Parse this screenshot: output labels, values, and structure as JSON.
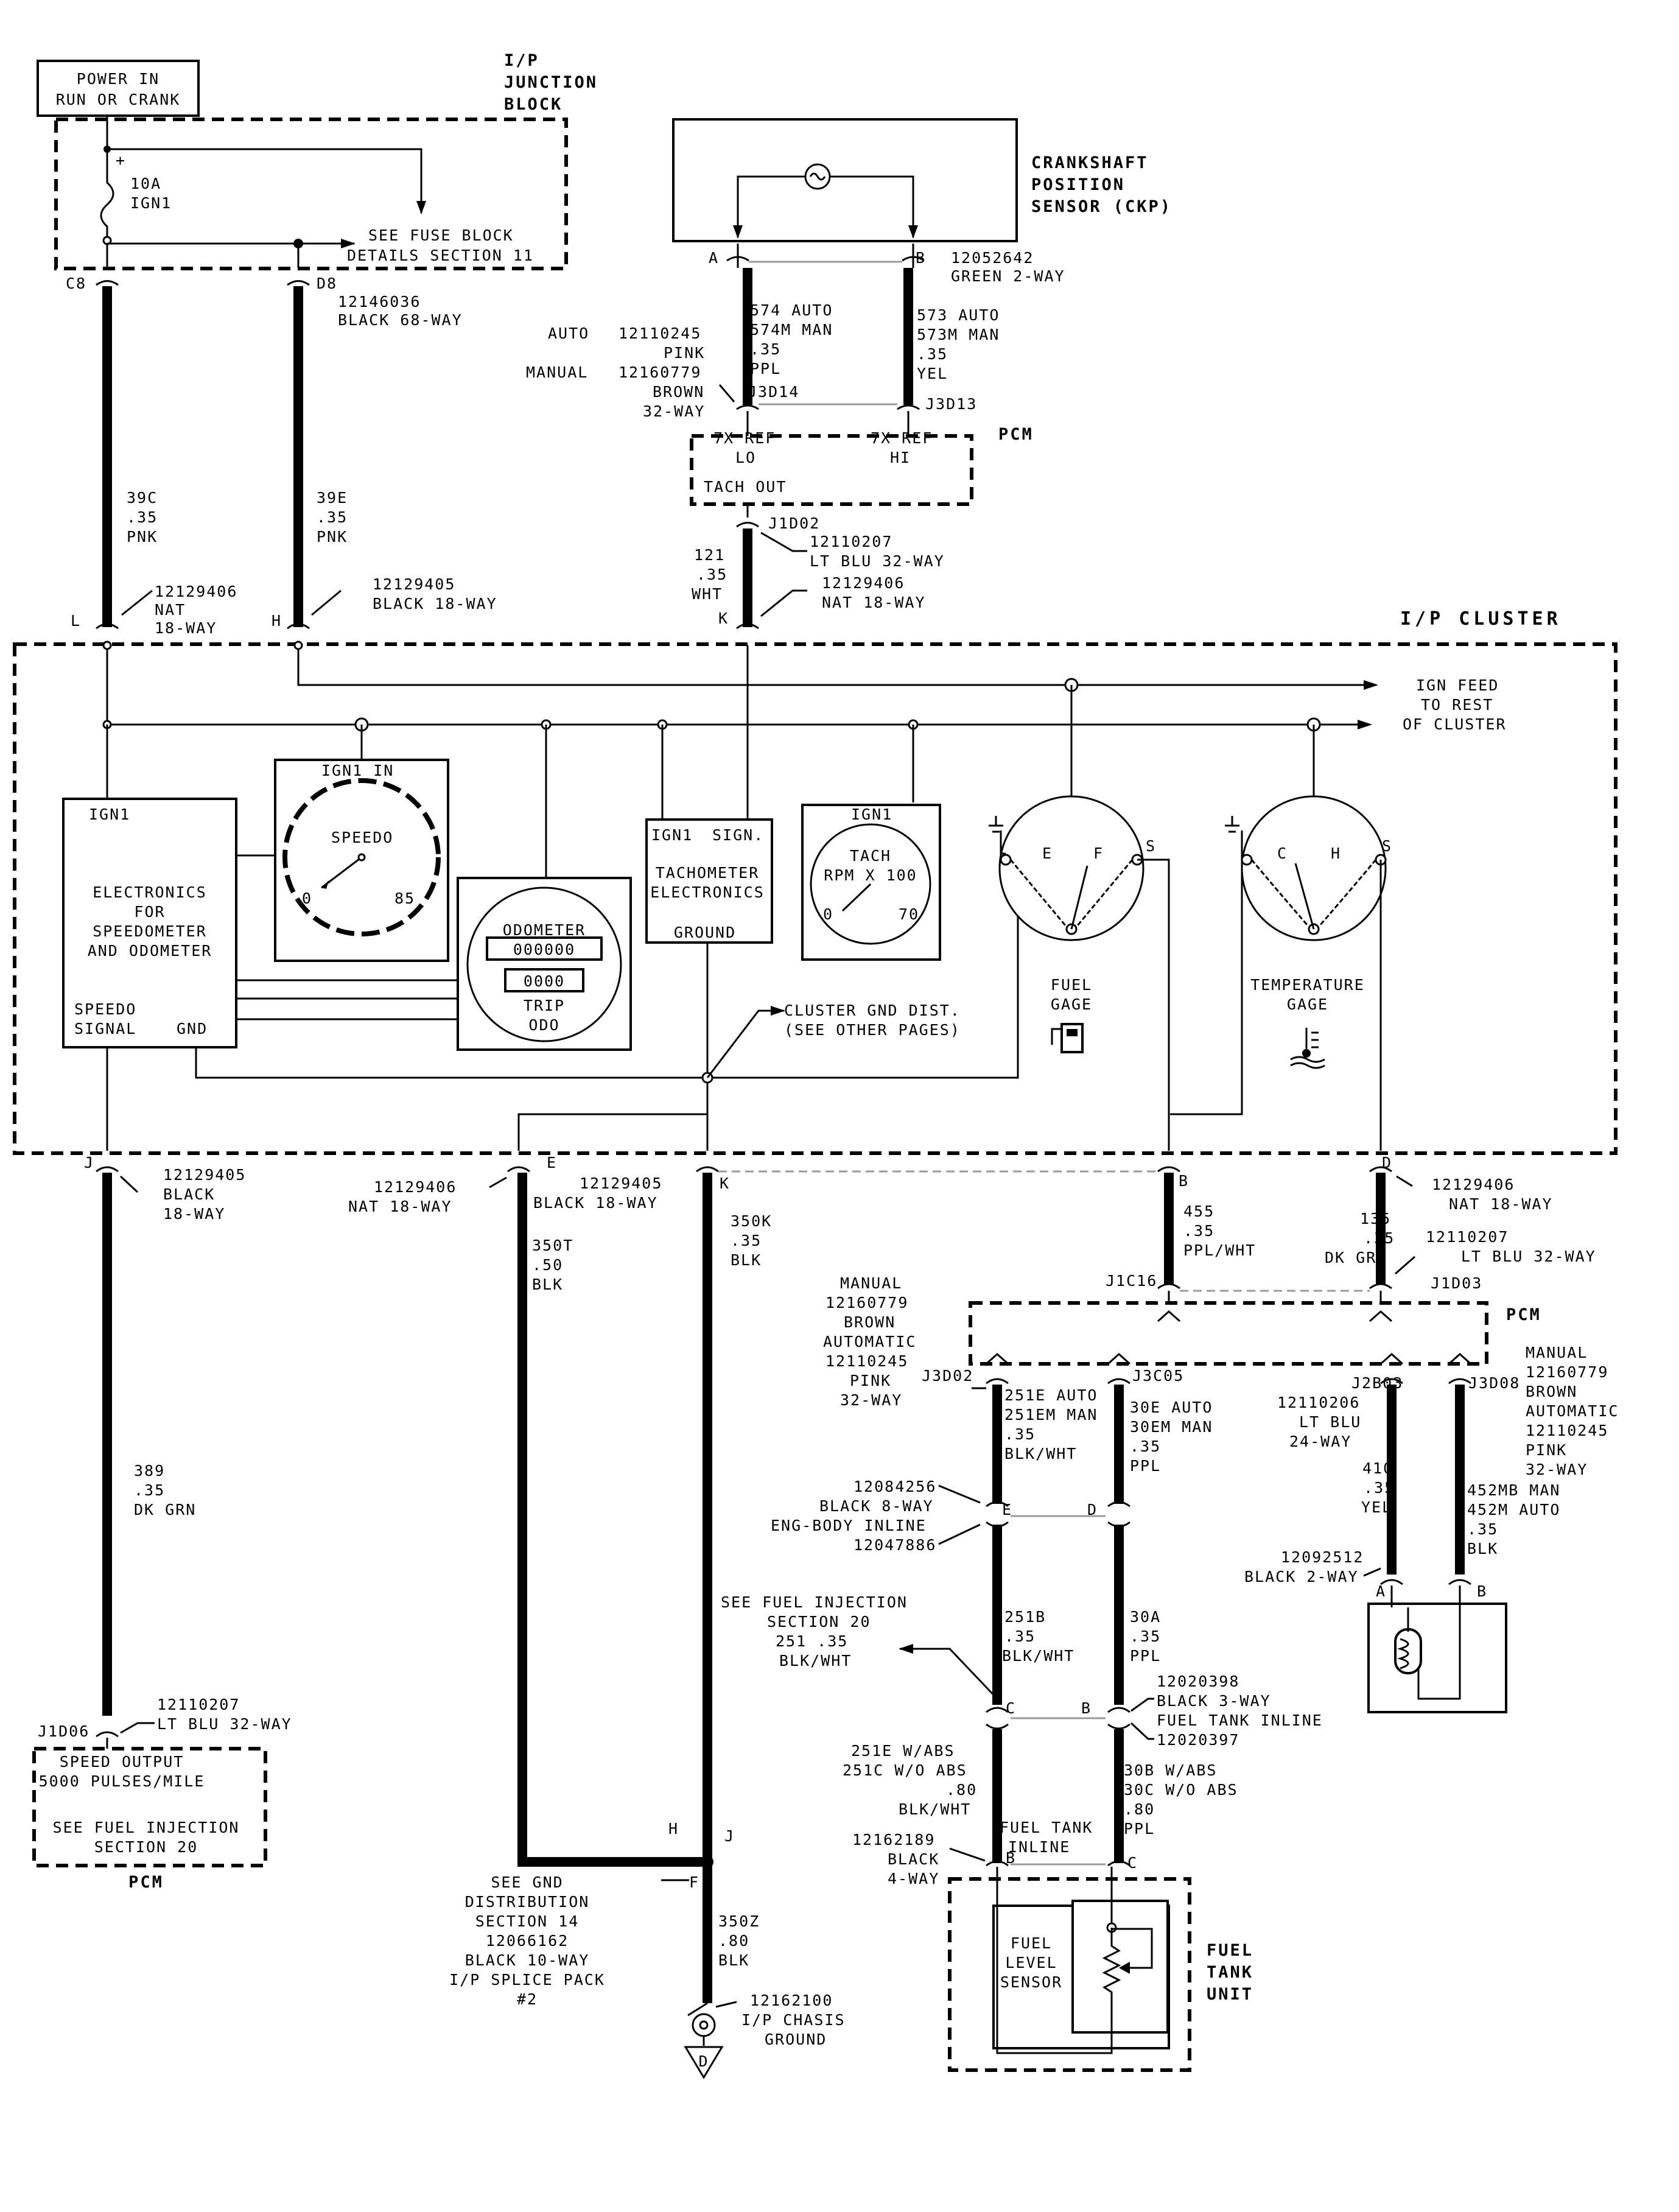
{
  "power": {
    "line1": "POWER IN",
    "line2": "RUN OR CRANK"
  },
  "junction_block": {
    "line1": "I/P",
    "line2": "JUNCTION",
    "line3": "BLOCK",
    "fuse_amp": "10A",
    "fuse_name": "IGN1",
    "see1": "SEE FUSE BLOCK",
    "see2": "DETAILS SECTION 11"
  },
  "jb_conn": {
    "c8": "C8",
    "d8": "D8",
    "part": "12146036",
    "desc": "BLACK 68-WAY"
  },
  "wire_39c": {
    "a": "39C",
    "b": ".35",
    "c": "PNK"
  },
  "wire_39e": {
    "a": "39E",
    "b": ".35",
    "c": "PNK"
  },
  "conn_l": {
    "pin": "L",
    "part": "12129406",
    "a": "NAT",
    "b": "18-WAY"
  },
  "conn_h": {
    "pin": "H",
    "part": "12129405",
    "desc": "BLACK 18-WAY"
  },
  "ckp": {
    "line1": "CRANKSHAFT",
    "line2": "POSITION",
    "line3": "SENSOR (CKP)",
    "pin_a": "A",
    "pin_b": "B",
    "part": "12052642",
    "desc": "GREEN 2-WAY"
  },
  "wire_574": {
    "a": "574 AUTO",
    "b": "574M MAN",
    "c": ".35",
    "d": "PPL"
  },
  "wire_573": {
    "a": "573 AUTO",
    "b": "573M MAN",
    "c": ".35",
    "d": "YEL"
  },
  "pcm_top_conn": {
    "auto_l": "AUTO",
    "auto_p": "12110245",
    "auto_c": "PINK",
    "man_l": "MANUAL",
    "man_p": "12160779",
    "man_c": "BROWN",
    "way": "32-WAY",
    "j3d14": "J3D14",
    "j3d13": "J3D13"
  },
  "pcm_top": {
    "label": "PCM",
    "ref_lo_1": "7X REF",
    "ref_lo_2": "LO",
    "ref_hi_1": "7X REF",
    "ref_hi_2": "HI",
    "tach_out": "TACH OUT"
  },
  "j1d02": {
    "pin": "J1D02",
    "part": "12110207",
    "desc": "LT BLU 32-WAY"
  },
  "wire_121": {
    "a": "121",
    "b": ".35",
    "c": "WHT"
  },
  "conn_k_top": {
    "pin": "K",
    "part": "12129406",
    "desc": "NAT 18-WAY"
  },
  "cluster": {
    "label": "I/P CLUSTER",
    "ign_feed_1": "IGN FEED",
    "ign_feed_2": "TO REST",
    "ign_feed_3": "OF CLUSTER"
  },
  "electronics": {
    "ign1": "IGN1",
    "l1": "ELECTRONICS",
    "l2": "FOR",
    "l3": "SPEEDOMETER",
    "l4": "AND ODOMETER",
    "sig1": "SPEEDO",
    "sig2": "SIGNAL",
    "gnd": "GND"
  },
  "speedo": {
    "ign": "IGN1 IN",
    "label": "SPEEDO",
    "min": "0",
    "max": "85"
  },
  "odometer": {
    "label": "ODOMETER",
    "digits": "000000",
    "trip_digits": "0000",
    "trip": "TRIP",
    "odo": "ODO"
  },
  "tach_elec": {
    "ign": "IGN1",
    "sign": "SIGN.",
    "l1": "TACHOMETER",
    "l2": "ELECTRONICS",
    "ground": "GROUND"
  },
  "tach": {
    "ign": "IGN1",
    "label": "TACH",
    "rpm": "RPM X 100",
    "min": "0",
    "max": "70"
  },
  "fuel_gage": {
    "e": "E",
    "f": "F",
    "s": "S",
    "l1": "FUEL",
    "l2": "GAGE"
  },
  "temp_gage": {
    "c": "C",
    "h": "H",
    "s": "S",
    "l1": "TEMPERATURE",
    "l2": "GAGE"
  },
  "cluster_gnd": {
    "l1": "CLUSTER GND DIST.",
    "l2": "(SEE OTHER PAGES)"
  },
  "conn_j": {
    "pin": "J",
    "part": "12129405",
    "a": "BLACK",
    "b": "18-WAY"
  },
  "conn_e": {
    "pin": "E",
    "part": "12129406",
    "desc": "NAT 18-WAY"
  },
  "conn_k": {
    "pin": "K",
    "part": "12129405",
    "desc": "BLACK 18-WAY"
  },
  "conn_b": {
    "pin": "B"
  },
  "conn_d": {
    "pin": "D",
    "part": "12129406",
    "desc": "NAT 18-WAY"
  },
  "wire_389": {
    "a": "389",
    "b": ".35",
    "c": "DK GRN"
  },
  "wire_350t": {
    "a": "350T",
    "b": ".50",
    "c": "BLK"
  },
  "wire_350k": {
    "a": "350K",
    "b": ".35",
    "c": "BLK"
  },
  "wire_455": {
    "a": "455",
    "b": ".35",
    "c": "PPL/WHT"
  },
  "wire_135": {
    "a": "135",
    "b": ".35",
    "c": "DK GRN"
  },
  "j1d03": {
    "part": "12110207",
    "desc": "LT BLU 32-WAY",
    "pin": "J1D03"
  },
  "j1c16": {
    "pin": "J1C16"
  },
  "pcm_mid": {
    "label": "PCM",
    "j3d02": "J3D02",
    "j3c05": "J3C05",
    "j2b03": "J2B03",
    "j3d08": "J3D08"
  },
  "pcm_mid_left": {
    "a": "MANUAL",
    "b": "12160779",
    "c": "BROWN",
    "d": "AUTOMATIC",
    "e": "12110245",
    "f": "PINK",
    "g": "32-WAY"
  },
  "pcm_mid_right": {
    "a": "MANUAL",
    "b": "12160779",
    "c": "BROWN",
    "d": "AUTOMATIC",
    "e": "12110245",
    "f": "PINK",
    "g": "32-WAY"
  },
  "j2b03_conn": {
    "part": "12110206",
    "a": "LT BLU",
    "b": "24-WAY"
  },
  "wire_251e": {
    "a": "251E AUTO",
    "b": "251EM MAN",
    "c": ".35",
    "d": "BLK/WHT"
  },
  "wire_30e": {
    "a": "30E AUTO",
    "b": "30EM MAN",
    "c": ".35",
    "d": "PPL"
  },
  "wire_410": {
    "a": "410",
    "b": ".35",
    "c": "YEL"
  },
  "wire_452": {
    "a": "452MB MAN",
    "b": "452M AUTO",
    "c": ".35",
    "d": "BLK"
  },
  "inline_8": {
    "p1": "12084256",
    "a": "BLACK 8-WAY",
    "b": "ENG-BODY INLINE",
    "p2": "12047886",
    "pin_e": "E",
    "pin_d": "D"
  },
  "sensor_conn": {
    "part": "12092512",
    "desc": "BLACK 2-WAY",
    "pin_a": "A",
    "pin_b": "B"
  },
  "fuel_inj_ref": {
    "a": "SEE FUEL INJECTION",
    "b": "SECTION 20",
    "c": "251  .35",
    "d": "BLK/WHT"
  },
  "wire_251b": {
    "a": "251B",
    "b": ".35",
    "c": "BLK/WHT"
  },
  "wire_30a": {
    "a": "30A",
    "b": ".35",
    "c": "PPL"
  },
  "inline_3": {
    "pin_c": "C",
    "pin_b": "B",
    "p1": "12020398",
    "a": "BLACK 3-WAY",
    "b": "FUEL TANK INLINE",
    "p2": "12020397"
  },
  "wire_251c": {
    "a": "251E W/ABS",
    "b": "251C W/O ABS",
    "c": ".80",
    "d": "BLK/WHT"
  },
  "wire_30b": {
    "a": "30B W/ABS",
    "b": "30C W/O ABS",
    "c": ".80",
    "d": "PPL"
  },
  "tank_conn": {
    "part": "12162189",
    "a": "BLACK",
    "b": "4-WAY",
    "l1": "FUEL TANK",
    "l2": "INLINE",
    "pin_b": "B",
    "pin_c": "C"
  },
  "tank_unit": {
    "l1": "FUEL",
    "l2": "TANK",
    "l3": "UNIT",
    "s1": "FUEL",
    "s2": "LEVEL",
    "s3": "SENSOR"
  },
  "j1d06": {
    "pin": "J1D06",
    "part": "12110207",
    "desc": "LT BLU 32-WAY"
  },
  "pcm_bottom": {
    "a": "SPEED OUTPUT",
    "b": "5000 PULSES/MILE",
    "c": "SEE FUEL INJECTION",
    "d": "SECTION 20",
    "label": "PCM"
  },
  "splice": {
    "h": "H",
    "j": "J",
    "f": "F",
    "a": "SEE GND",
    "b": "DISTRIBUTION",
    "c": "SECTION 14",
    "d": "12066162",
    "e": "BLACK 10-WAY",
    "g": "I/P SPLICE PACK",
    "i": "#2"
  },
  "wire_350z": {
    "a": "350Z",
    "b": ".80",
    "c": "BLK"
  },
  "ground": {
    "part": "12162100",
    "a": "I/P CHASIS",
    "b": "GROUND",
    "sym": "D"
  }
}
